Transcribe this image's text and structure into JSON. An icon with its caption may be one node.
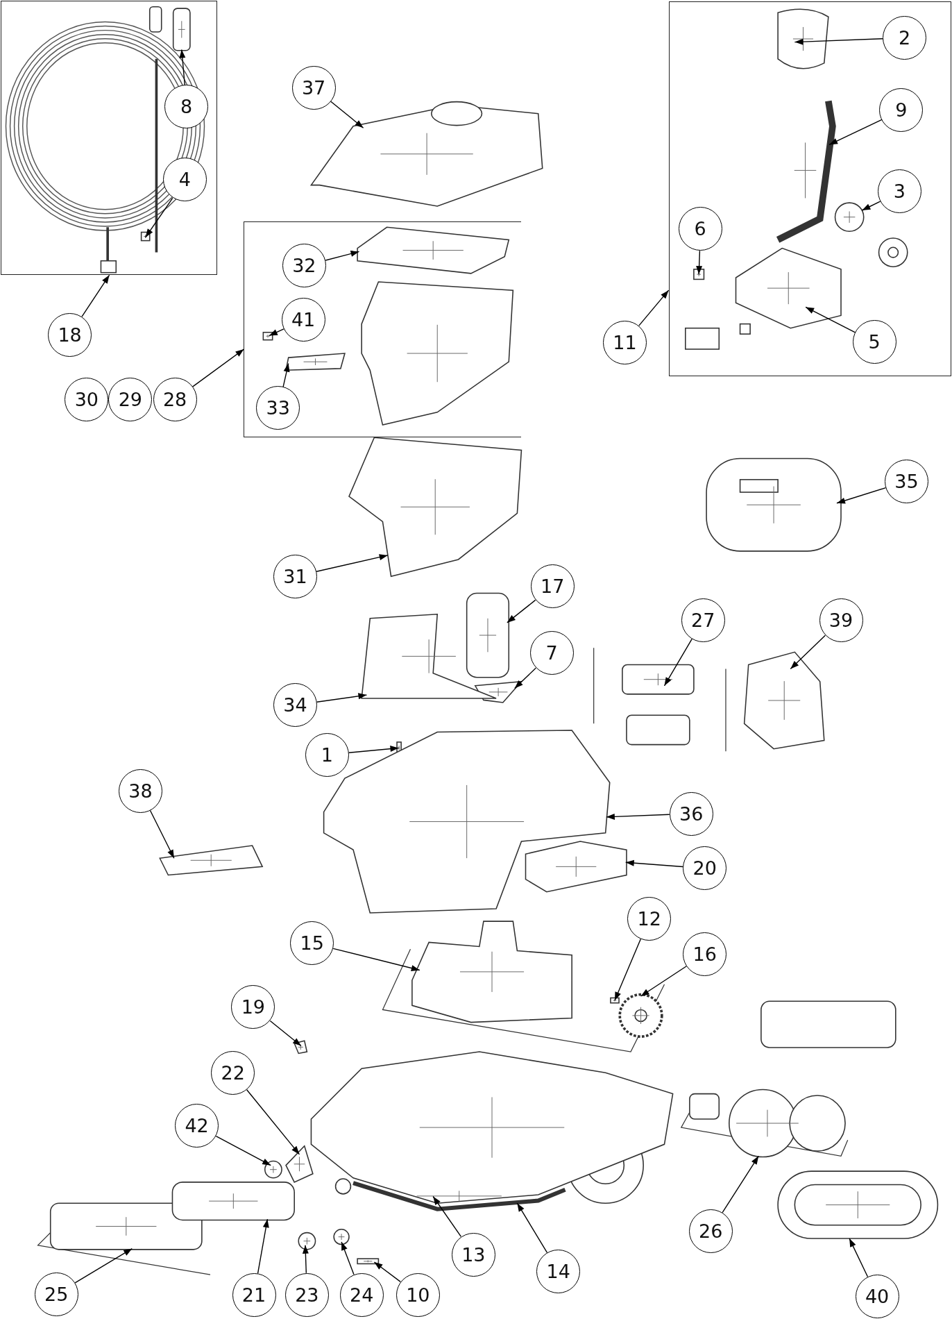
{
  "diagram": {
    "nodes": [
      {
        "text": [],
        "shape": "box"
      },
      {
        "text": [
          "8"
        ],
        "in": 0
      },
      {
        "text": [
          "4"
        ],
        "in": 0
      },
      {
        "text": [],
        "shape": "box"
      },
      {
        "text": [
          "2"
        ],
        "in": 3
      },
      {
        "text": [
          "9"
        ],
        "in": 3
      },
      {
        "text": [
          "3"
        ],
        "in": 3
      },
      {
        "text": [
          "6"
        ],
        "in": 3
      },
      {
        "text": [
          "5"
        ],
        "in": 3
      },
      {
        "text": [
          "37"
        ]
      },
      {
        "text": [],
        "shape": "box"
      },
      {
        "text": [
          "32"
        ],
        "in": 10
      },
      {
        "text": [
          "41"
        ],
        "in": 10
      },
      {
        "text": [
          "33"
        ],
        "in": 10
      },
      {
        "text": [
          "18"
        ]
      },
      {
        "text": [
          "11"
        ]
      },
      {
        "text": [
          "30"
        ]
      },
      {
        "text": [
          "29"
        ]
      },
      {
        "text": [
          "28"
        ]
      },
      {
        "text": [
          "35"
        ]
      },
      {
        "text": [
          "31"
        ]
      },
      {
        "text": [
          "17"
        ]
      },
      {
        "text": [
          "27"
        ]
      },
      {
        "text": [
          "39"
        ]
      },
      {
        "text": [
          "7"
        ]
      },
      {
        "text": [
          "34"
        ]
      },
      {
        "text": [
          "1"
        ]
      },
      {
        "text": [
          "38"
        ]
      },
      {
        "text": [
          "36"
        ]
      },
      {
        "text": [
          "20"
        ]
      },
      {
        "text": [
          "12"
        ]
      },
      {
        "text": [
          "15"
        ]
      },
      {
        "text": [
          "16"
        ]
      },
      {
        "text": [
          "19"
        ]
      },
      {
        "text": [
          "22"
        ]
      },
      {
        "text": [
          "42"
        ]
      },
      {
        "text": [
          "26"
        ]
      },
      {
        "text": [
          "13"
        ]
      },
      {
        "text": [
          "14"
        ]
      },
      {
        "text": [
          "25"
        ]
      },
      {
        "text": [
          "21"
        ]
      },
      {
        "text": [
          "23"
        ]
      },
      {
        "text": [
          "24"
        ]
      },
      {
        "text": [
          "10"
        ]
      },
      {
        "text": [
          "40"
        ]
      },
      {
        "text": [],
        "shape": "picture",
        "in": 0
      },
      {
        "text": [],
        "shape": "picture",
        "in": 0
      },
      {
        "text": [],
        "shape": "picture",
        "in": 3
      },
      {
        "text": [],
        "shape": "picture",
        "in": 3
      },
      {
        "text": [],
        "shape": "picture",
        "in": 3
      },
      {
        "text": [],
        "shape": "picture",
        "in": 3
      },
      {
        "text": [],
        "shape": "picture",
        "in": 3
      },
      {
        "text": [],
        "shape": "picture"
      },
      {
        "text": [],
        "shape": "picture",
        "in": 10
      },
      {
        "text": [],
        "shape": "picture",
        "in": 10
      },
      {
        "text": [],
        "shape": "picture",
        "in": 10
      },
      {
        "text": [],
        "shape": "picture"
      },
      {
        "text": [],
        "shape": "picture"
      },
      {
        "text": [],
        "shape": "picture"
      },
      {
        "text": [],
        "shape": "picture"
      },
      {
        "text": [],
        "shape": "picture"
      },
      {
        "text": [],
        "shape": "picture"
      },
      {
        "text": [],
        "shape": "picture"
      },
      {
        "text": [],
        "shape": "picture"
      },
      {
        "text": [],
        "shape": "picture"
      },
      {
        "text": [],
        "shape": "picture"
      },
      {
        "text": [],
        "shape": "picture"
      },
      {
        "text": [],
        "shape": "picture"
      },
      {
        "text": [],
        "shape": "picture"
      },
      {
        "text": [],
        "shape": "picture"
      },
      {
        "text": [],
        "shape": "picture"
      },
      {
        "text": [],
        "shape": "picture"
      },
      {
        "text": [],
        "shape": "picture"
      },
      {
        "text": [],
        "shape": "picture"
      },
      {
        "text": [],
        "shape": "picture"
      },
      {
        "text": [],
        "shape": "picture"
      },
      {
        "text": [],
        "shape": "picture"
      },
      {
        "text": [],
        "shape": "picture"
      },
      {
        "text": [],
        "shape": "picture"
      },
      {
        "text": [],
        "shape": "picture"
      },
      {
        "text": [],
        "shape": "picture"
      },
      {
        "text": [],
        "shape": "picture"
      },
      {
        "text": [],
        "shape": "picture",
        "in": 10
      }
    ],
    "edges": [
      {
        "from": 1,
        "to": 45,
        "arrow": "to"
      },
      {
        "from": 2,
        "to": 46,
        "arrow": "to"
      },
      {
        "from": 4,
        "to": 47,
        "arrow": "to"
      },
      {
        "from": 5,
        "to": 48,
        "arrow": "to"
      },
      {
        "from": 6,
        "to": 49,
        "arrow": "to"
      },
      {
        "from": 7,
        "to": 50,
        "arrow": "to"
      },
      {
        "from": 8,
        "to": 51,
        "arrow": "to"
      },
      {
        "from": 9,
        "to": 52,
        "arrow": "to"
      },
      {
        "from": 11,
        "to": 53,
        "arrow": "to"
      },
      {
        "from": 12,
        "to": 54,
        "arrow": "to"
      },
      {
        "from": 13,
        "to": 55,
        "arrow": "to"
      },
      {
        "from": 14,
        "to": 0,
        "arrow": "to"
      },
      {
        "from": 15,
        "to": 3,
        "arrow": "to"
      },
      {
        "from": 18,
        "to": 10,
        "arrow": "to"
      },
      {
        "from": 19,
        "to": 56,
        "arrow": "to"
      },
      {
        "from": 20,
        "to": 57,
        "arrow": "to"
      },
      {
        "from": 21,
        "to": 58,
        "arrow": "to"
      },
      {
        "from": 22,
        "to": 59,
        "arrow": "to"
      },
      {
        "from": 23,
        "to": 60,
        "arrow": "to"
      },
      {
        "from": 24,
        "to": 61,
        "arrow": "to"
      },
      {
        "from": 25,
        "to": 62,
        "arrow": "to"
      },
      {
        "from": 26,
        "to": 63,
        "arrow": "to"
      },
      {
        "from": 27,
        "to": 64,
        "arrow": "to"
      },
      {
        "from": 28,
        "to": 65,
        "arrow": "to"
      },
      {
        "from": 29,
        "to": 66,
        "arrow": "to"
      },
      {
        "from": 30,
        "to": 67,
        "arrow": "to"
      },
      {
        "from": 31,
        "to": 68,
        "arrow": "to"
      },
      {
        "from": 32,
        "to": 69,
        "arrow": "to"
      },
      {
        "from": 33,
        "to": 70,
        "arrow": "to"
      },
      {
        "from": 34,
        "to": 71,
        "arrow": "to"
      },
      {
        "from": 35,
        "to": 72,
        "arrow": "to"
      },
      {
        "from": 36,
        "to": 73,
        "arrow": "to"
      },
      {
        "from": 37,
        "to": 74,
        "arrow": "to"
      },
      {
        "from": 38,
        "to": 75,
        "arrow": "to"
      },
      {
        "from": 39,
        "to": 76,
        "arrow": "to"
      },
      {
        "from": 40,
        "to": 77,
        "arrow": "to"
      },
      {
        "from": 41,
        "to": 78,
        "arrow": "to"
      },
      {
        "from": 42,
        "to": 79,
        "arrow": "to"
      },
      {
        "from": 43,
        "to": 80,
        "arrow": "to"
      },
      {
        "from": 44,
        "to": 81,
        "arrow": "to"
      }
    ]
  }
}
